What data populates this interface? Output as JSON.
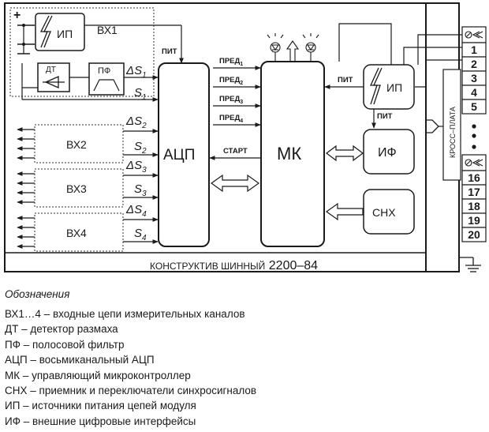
{
  "diagram": {
    "blocks": {
      "vx1": "ВХ1",
      "ip_in": "ИП",
      "dt": "ДТ",
      "pf": "ПФ",
      "vx2": "ВХ2",
      "vx3": "ВХ3",
      "vx4": "ВХ4",
      "adc": "АЦП",
      "mk": "МК",
      "ip_mod": "ИП",
      "if": "ИФ",
      "snh": "СНХ"
    },
    "signals": {
      "ds1": "ΔS",
      "ds1_sub": "1",
      "s1": "S",
      "s1_sub": "1",
      "ds2": "ΔS",
      "ds2_sub": "2",
      "s2": "S",
      "s2_sub": "2",
      "ds3": "ΔS",
      "ds3_sub": "3",
      "s3": "S",
      "s3_sub": "3",
      "ds4": "ΔS",
      "ds4_sub": "4",
      "s4": "S",
      "s4_sub": "4"
    },
    "wires": {
      "pit_adc": "ПИТ",
      "pit_ip": "ПИТ",
      "pit_ip2": "ПИТ",
      "pred1": "ПРЕД",
      "pred1_sub": "1",
      "pred2": "ПРЕД",
      "pred2_sub": "2",
      "pred3": "ПРЕД",
      "pred3_sub": "3",
      "pred4": "ПРЕД",
      "pred4_sub": "4",
      "start": "СТАРТ"
    },
    "plus_sign": "+",
    "connector": {
      "upper_pins": [
        "1",
        "2",
        "3",
        "4",
        "5"
      ],
      "lower_pins": [
        "16",
        "17",
        "18",
        "19",
        "20"
      ],
      "cross_board": "КРОСС–ПЛАТА"
    },
    "bus_label_prefix": "КОНСТРУКТИВ ШИННЫЙ",
    "bus_label_number": "2200–84"
  },
  "legend": {
    "title": "Обозначения",
    "items": [
      "ВХ1…4 – входные цепи измерительных каналов",
      "ДТ – детектор размаха",
      "ПФ – полосовой фильтр",
      "АЦП – восьмиканальный АЦП",
      "МК – управляющий микроконтроллер",
      "СНХ – приемник и переключатели синхросигналов",
      "ИП – источники питания цепей модуля",
      "ИФ – внешние цифровые интерфейсы"
    ]
  }
}
